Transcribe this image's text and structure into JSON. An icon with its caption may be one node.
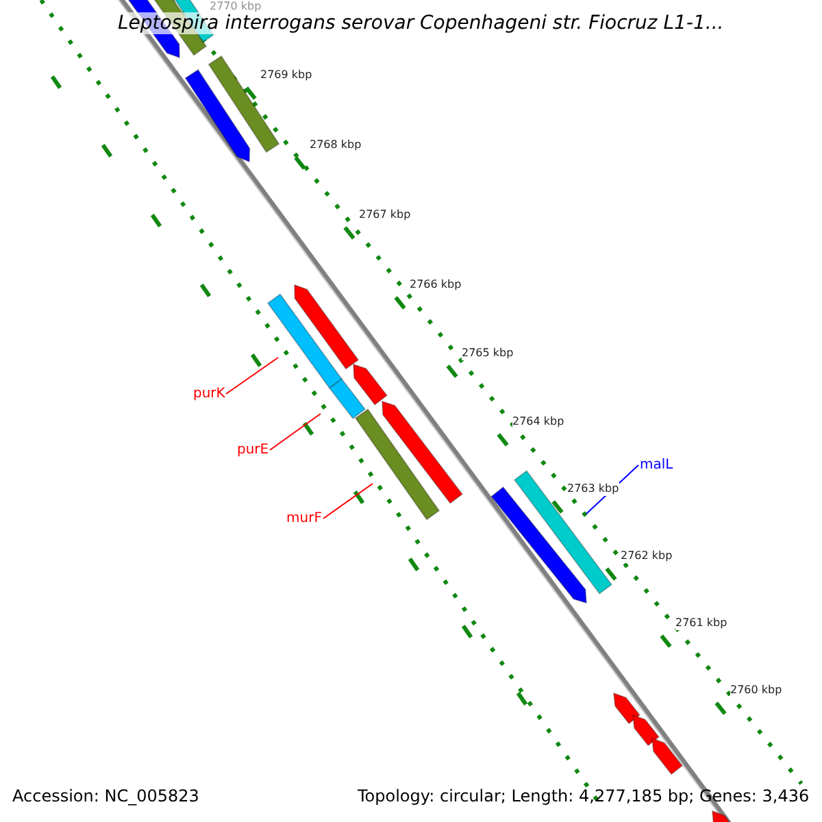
{
  "diagram": {
    "title": "Leptospira interrogans serovar Copenhageni str. Fiocruz L1-1...",
    "nodes": [
      {
        "text": [
          "purK"
        ]
      },
      {
        "text": [
          "purE"
        ]
      },
      {
        "text": [
          "murF"
        ]
      },
      {
        "text": [
          "malL"
        ]
      },
      {
        "text": [],
        "shape": "bar"
      },
      {
        "text": [],
        "shape": "bar"
      },
      {
        "text": [],
        "shape": "bar"
      },
      {
        "text": [],
        "shape": "bar"
      },
      {
        "text": [],
        "shape": "bar"
      },
      {
        "text": [],
        "shape": "bar"
      },
      {
        "text": [],
        "shape": "bar"
      },
      {
        "text": [],
        "shape": "bar"
      },
      {
        "text": [],
        "shape": "bar"
      },
      {
        "text": [],
        "shape": "bar"
      },
      {
        "text": [],
        "shape": "bar"
      },
      {
        "text": [],
        "shape": "bar"
      },
      {
        "text": [],
        "shape": "bar"
      },
      {
        "text": [],
        "shape": "bar"
      },
      {
        "text": [],
        "shape": "bar"
      },
      {
        "text": [],
        "shape": "bar"
      },
      {
        "text": [],
        "shape": "bar"
      }
    ],
    "edges": [
      {
        "from": 0,
        "to": 10,
        "arrow": "none"
      },
      {
        "from": 1,
        "to": 12,
        "arrow": "none"
      },
      {
        "from": 2,
        "to": 14,
        "arrow": "none"
      },
      {
        "from": 3,
        "to": 16,
        "arrow": "none",
        "color": "#0000ff"
      }
    ],
    "labels": [
      "2770 kbp",
      "2769 kbp",
      "2768 kbp",
      "2767 kbp",
      "2766 kbp",
      "2765 kbp",
      "2764 kbp",
      "2763 kbp",
      "2762 kbp",
      "2761 kbp",
      "2760 kbp",
      "Accession: NC_005823",
      "Topology: circular; Length: 4,277,185 bp; Genes: 3,436"
    ]
  }
}
